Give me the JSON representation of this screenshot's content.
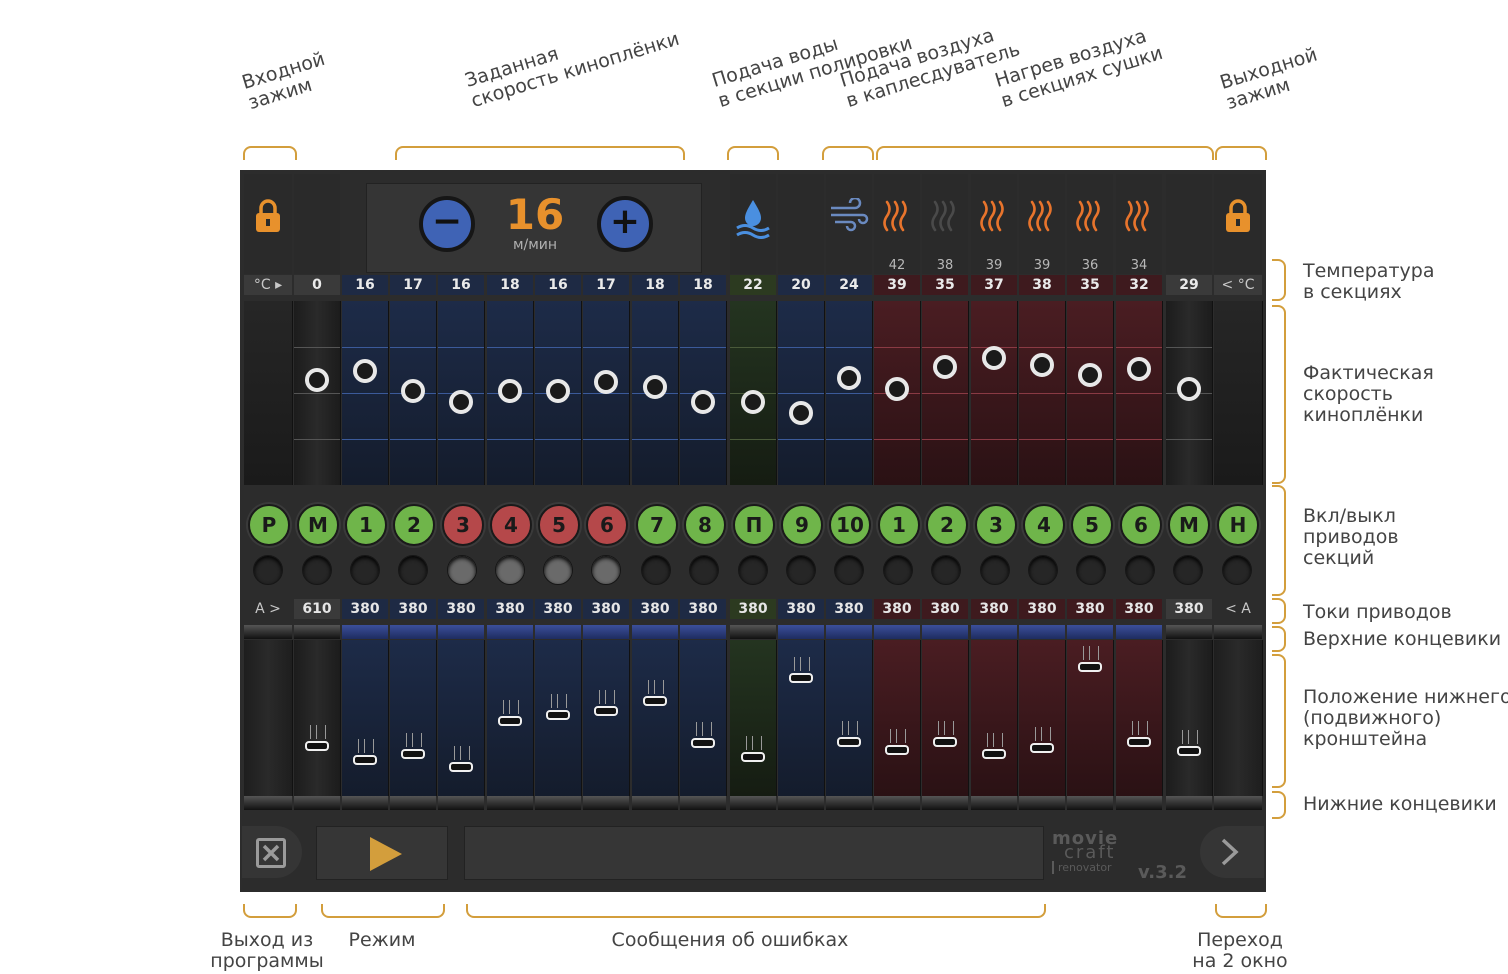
{
  "annotations": {
    "top": {
      "input_clamp": "Входной\nзажим",
      "set_speed": "Заданная\nскорость киноплёнки",
      "water": "Подача воды\nв секции полировки",
      "air": "Подача воздуха\nв каплесдуватель",
      "heat": "Нагрев воздуха\nв секциях сушки",
      "output_clamp": "Выходной\nзажим"
    },
    "right": {
      "temperature": "Температура\nв секциях",
      "actual_speed": "Фактическая\nскорость\nкиноплёнки",
      "drives": "Вкл/выкл\nприводов\nсекций",
      "currents": "Токи приводов",
      "upper_limits": "Верхние концевики",
      "position": "Положение нижнего\n(подвижного)\nкронштейна",
      "lower_limits": "Нижние концевики"
    },
    "bottom": {
      "exit": "Выход из\nпрограммы",
      "mode": "Режим",
      "errors": "Сообщения об ошибках",
      "next": "Переход\nна 2 окно"
    }
  },
  "speed": {
    "value": "16",
    "unit": "м/мин"
  },
  "heater_temps": [
    "42",
    "38",
    "39",
    "39",
    "36",
    "34"
  ],
  "temp_row": {
    "left_label": "°C ▸",
    "right_label": "< °C",
    "values": [
      "0",
      "16",
      "17",
      "16",
      "18",
      "16",
      "17",
      "18",
      "18",
      "22",
      "20",
      "24",
      "39",
      "35",
      "37",
      "38",
      "35",
      "32",
      "29"
    ]
  },
  "speed_levels": [
    0.43,
    0.38,
    0.49,
    0.55,
    0.49,
    0.49,
    0.44,
    0.47,
    0.55,
    0.55,
    0.61,
    0.42,
    0.48,
    0.36,
    0.31,
    0.35,
    0.4,
    0.37,
    0.48
  ],
  "buttons": [
    {
      "label": "Р",
      "state": "green"
    },
    {
      "label": "М",
      "state": "green"
    },
    {
      "label": "1",
      "state": "green"
    },
    {
      "label": "2",
      "state": "green"
    },
    {
      "label": "3",
      "state": "red"
    },
    {
      "label": "4",
      "state": "red"
    },
    {
      "label": "5",
      "state": "red"
    },
    {
      "label": "6",
      "state": "red"
    },
    {
      "label": "7",
      "state": "green"
    },
    {
      "label": "8",
      "state": "green"
    },
    {
      "label": "П",
      "state": "green"
    },
    {
      "label": "9",
      "state": "green"
    },
    {
      "label": "10",
      "state": "green"
    },
    {
      "label": "1",
      "state": "green"
    },
    {
      "label": "2",
      "state": "green"
    },
    {
      "label": "3",
      "state": "green"
    },
    {
      "label": "4",
      "state": "green"
    },
    {
      "label": "5",
      "state": "green"
    },
    {
      "label": "6",
      "state": "green"
    },
    {
      "label": "М",
      "state": "green"
    },
    {
      "label": "Н",
      "state": "green"
    }
  ],
  "leds_on": [
    false,
    false,
    false,
    false,
    true,
    true,
    true,
    true,
    false,
    false,
    false,
    false,
    false,
    false,
    false,
    false,
    false,
    false,
    false,
    false,
    false
  ],
  "current_row": {
    "left_label": "А >",
    "right_label": "< А",
    "values": [
      "610",
      "380",
      "380",
      "380",
      "380",
      "380",
      "380",
      "380",
      "380",
      "380",
      "380",
      "380",
      "380",
      "380",
      "380",
      "380",
      "380",
      "380",
      "380"
    ]
  },
  "bracket_positions": [
    0.65,
    0.74,
    0.7,
    0.78,
    0.49,
    0.45,
    0.42,
    0.36,
    0.63,
    0.72,
    0.21,
    0.62,
    0.67,
    0.62,
    0.7,
    0.66,
    0.14,
    0.62,
    0.68
  ],
  "footer": {
    "brand_line1": "movie",
    "brand_line2": "craft",
    "brand_line3": "renovator",
    "version": "v.3.2"
  },
  "colors": {
    "accent": "#d39e3c",
    "speed": "#e8912c",
    "green": "#6fb54a",
    "red": "#b5484a",
    "blue_btn": "#3f63b5"
  }
}
